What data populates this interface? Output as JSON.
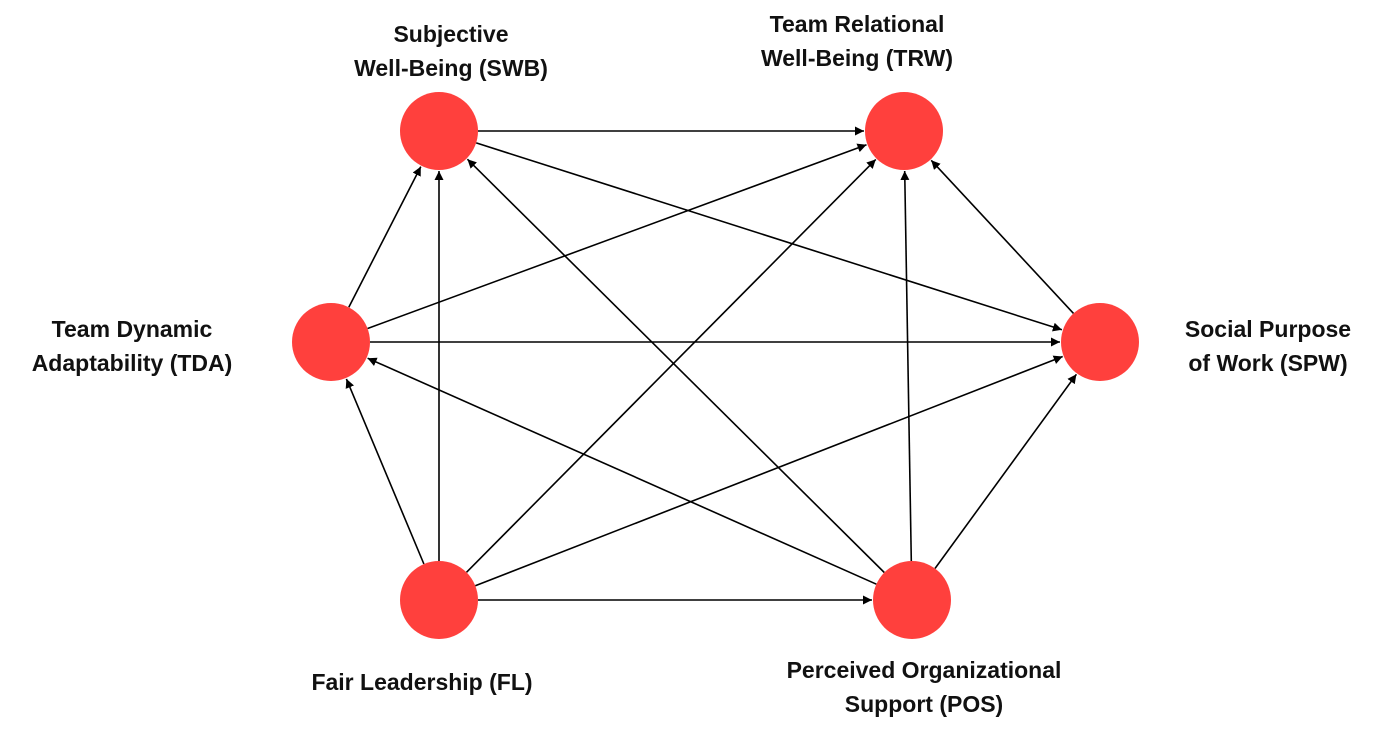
{
  "diagram": {
    "node_color": "#FF403D",
    "edge_color": "#000000",
    "nodes": [
      {
        "id": "SWB",
        "icon": "circle-node",
        "label_lines": [
          "Subjective",
          "Well-Being (SWB)"
        ]
      },
      {
        "id": "TRW",
        "icon": "circle-node",
        "label_lines": [
          "Team Relational",
          "Well-Being (TRW)"
        ]
      },
      {
        "id": "TDA",
        "icon": "circle-node",
        "label_lines": [
          "Team Dynamic",
          "Adaptability (TDA)"
        ]
      },
      {
        "id": "SPW",
        "icon": "circle-node",
        "label_lines": [
          "Social Purpose",
          "of Work (SPW)"
        ]
      },
      {
        "id": "FL",
        "icon": "circle-node",
        "label_lines": [
          "Fair Leadership (FL)"
        ]
      },
      {
        "id": "POS",
        "icon": "circle-node",
        "label_lines": [
          "Perceived Organizational",
          "Support (POS)"
        ]
      }
    ],
    "edges": [
      {
        "from": "SWB",
        "to": "TRW"
      },
      {
        "from": "SWB",
        "to": "SPW"
      },
      {
        "from": "TDA",
        "to": "SWB"
      },
      {
        "from": "TDA",
        "to": "TRW"
      },
      {
        "from": "TDA",
        "to": "SPW"
      },
      {
        "from": "FL",
        "to": "TDA"
      },
      {
        "from": "FL",
        "to": "SWB"
      },
      {
        "from": "FL",
        "to": "TRW"
      },
      {
        "from": "FL",
        "to": "SPW"
      },
      {
        "from": "FL",
        "to": "POS"
      },
      {
        "from": "POS",
        "to": "TDA"
      },
      {
        "from": "POS",
        "to": "SWB"
      },
      {
        "from": "POS",
        "to": "TRW"
      },
      {
        "from": "POS",
        "to": "SPW"
      },
      {
        "from": "SPW",
        "to": "TRW"
      }
    ]
  }
}
